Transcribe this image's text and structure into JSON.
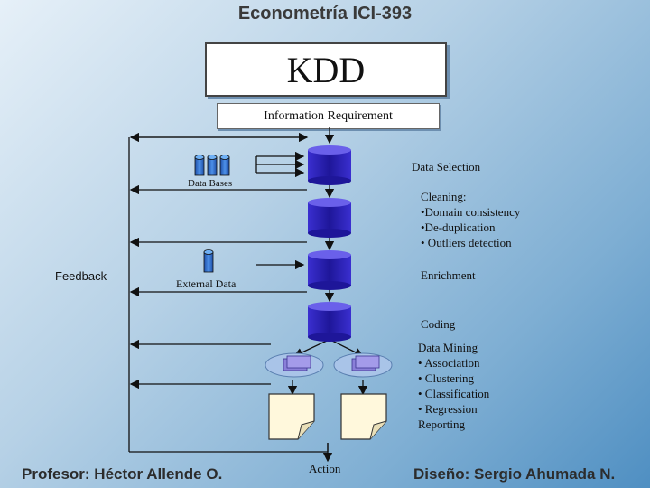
{
  "header": {
    "title": "Econometría ICI-393"
  },
  "main": {
    "kdd_title": "KDD",
    "information_requirement": "Information Requirement",
    "data_bases_label": "Data Bases",
    "external_data_label": "External Data",
    "feedback_label": "Feedback",
    "action_label": "Action",
    "data_selection_label": "Data Selection",
    "cleaning": {
      "title": "Cleaning:",
      "items": [
        "•Domain consistency",
        "•De-duplication",
        "• Outliers detection"
      ]
    },
    "enrichment_label": "Enrichment",
    "coding_label": "Coding",
    "data_mining": {
      "title": "Data Mining",
      "items": [
        "• Association",
        "• Clustering",
        "• Classification",
        "•  Regression"
      ]
    },
    "reporting_label": "Reporting"
  },
  "footer": {
    "professor": "Profesor: Héctor Allende O.",
    "design": "Diseño: Sergio Ahumada N."
  },
  "colors": {
    "cylinder": "#2a1fb8",
    "cylinder_top": "#5a4ee0",
    "small_cylinder": "#2c6fd1",
    "ellipse": "#a9c4e8",
    "document": "#fff8dc"
  }
}
